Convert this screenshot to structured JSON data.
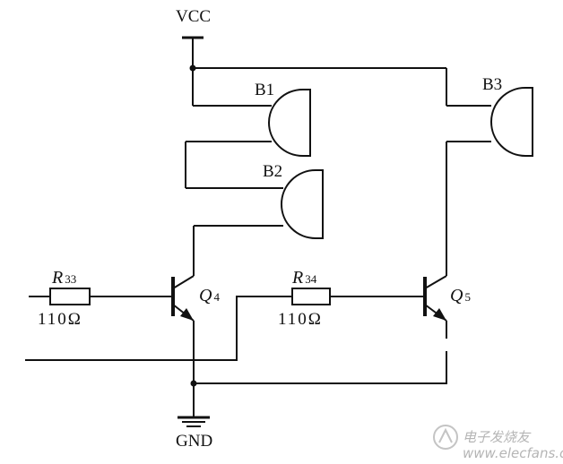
{
  "supply": {
    "vcc_label": "VCC",
    "gnd_label": "GND"
  },
  "buzzers": [
    {
      "label": "B1"
    },
    {
      "label": "B2"
    },
    {
      "label": "B3"
    }
  ],
  "resistors": [
    {
      "ref_letter": "R",
      "ref_index": "33",
      "value": "110Ω"
    },
    {
      "ref_letter": "R",
      "ref_index": "34",
      "value": "110Ω"
    }
  ],
  "transistors": [
    {
      "ref_letter": "Q",
      "ref_index": "4"
    },
    {
      "ref_letter": "Q",
      "ref_index": "5"
    }
  ],
  "watermark": {
    "text": "电子发烧友",
    "url": "www.elecfans.com"
  }
}
